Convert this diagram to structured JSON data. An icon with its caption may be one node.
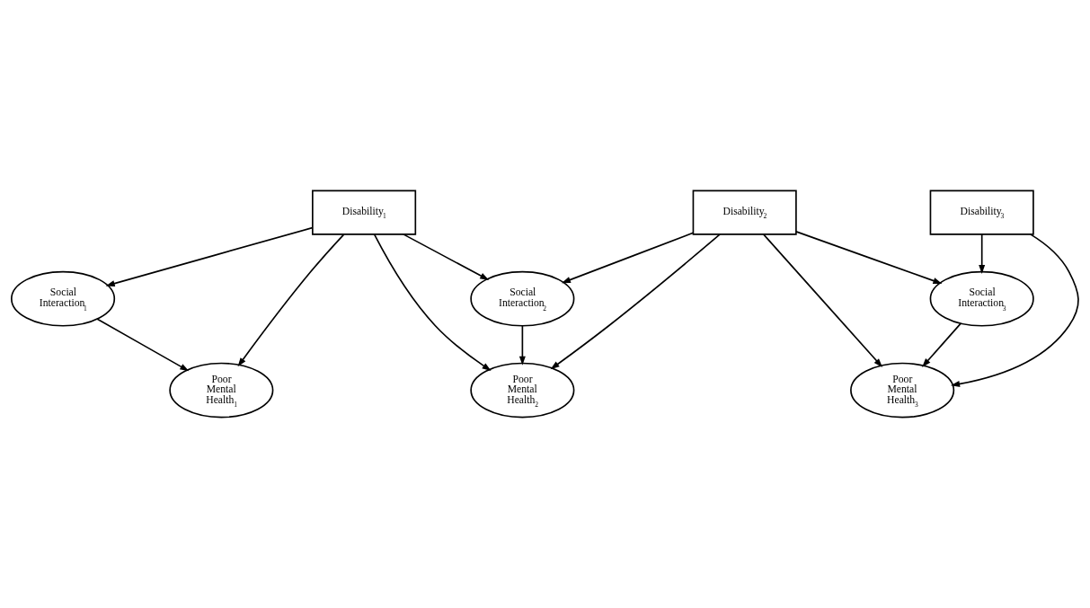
{
  "diagram": {
    "nodes": [
      {
        "text": [
          "Disability$_{1}$"
        ]
      },
      {
        "text": [
          "Social Interaction$_{1}$"
        ]
      },
      {
        "text": [
          "Poor Mental Health$_{1}$"
        ]
      },
      {
        "text": [
          "Disability$_{2}$"
        ]
      },
      {
        "text": [
          "Social Interaction$_{2}$"
        ]
      },
      {
        "text": [
          "Poor Mental Health$_{2}$"
        ]
      },
      {
        "text": [
          "Disability$_{3}$"
        ]
      },
      {
        "text": [
          "Social Interaction$_{3}$"
        ]
      },
      {
        "text": [
          "Poor Mental Health$_{3}$"
        ]
      }
    ],
    "edges": [
      {
        "from": 0,
        "to": 1,
        "arrow": "to"
      },
      {
        "from": 1,
        "to": 2,
        "arrow": "to"
      },
      {
        "from": 0,
        "to": 2,
        "arrow": "to"
      },
      {
        "from": 0,
        "to": 4,
        "arrow": "to"
      },
      {
        "from": 0,
        "to": 5,
        "arrow": "to"
      },
      {
        "from": 3,
        "to": 4,
        "arrow": "to"
      },
      {
        "from": 4,
        "to": 5,
        "arrow": "to"
      },
      {
        "from": 3,
        "to": 5,
        "arrow": "to"
      },
      {
        "from": 3,
        "to": 7,
        "arrow": "to"
      },
      {
        "from": 3,
        "to": 8,
        "arrow": "to"
      },
      {
        "from": 6,
        "to": 7,
        "arrow": "to"
      },
      {
        "from": 7,
        "to": 8,
        "arrow": "to"
      },
      {
        "from": 6,
        "to": 8,
        "arrow": "to"
      }
    ]
  }
}
